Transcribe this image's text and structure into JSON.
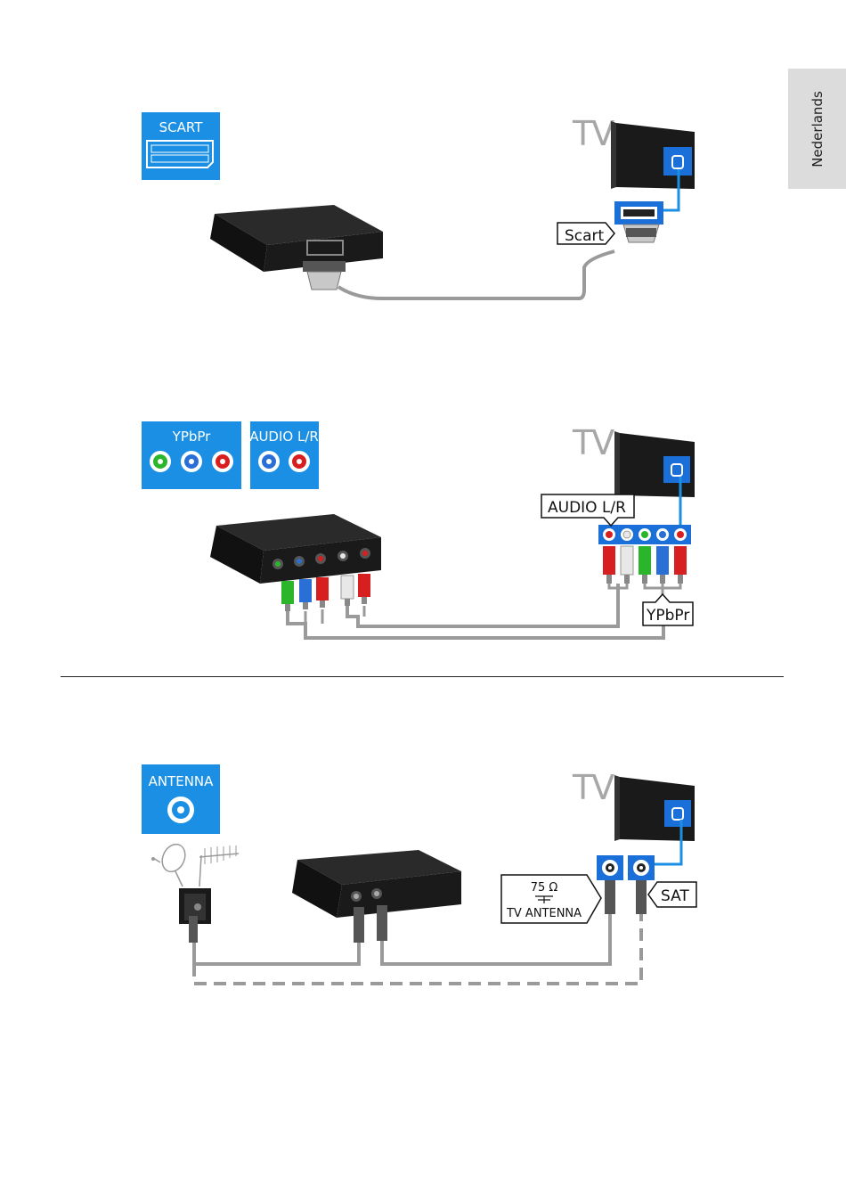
{
  "side_tab": {
    "label": "Nederlands"
  },
  "scart_section": {
    "badge": "SCART",
    "tv_label": "TV",
    "callout": "Scart"
  },
  "component_section": {
    "badge_video": "YPbPr",
    "badge_audio": "AUDIO L/R",
    "tv_label": "TV",
    "callout_audio": "AUDIO L/R",
    "callout_video": "YPbPr"
  },
  "antenna_section": {
    "badge": "ANTENNA",
    "tv_label": "TV",
    "callout_ohm": "75 Ω",
    "callout_antenna": "TV ANTENNA",
    "callout_sat": "SAT"
  },
  "colors": {
    "badge_blue": "#1a8fe3",
    "connector_blue": "#1a6fd8",
    "cable_grey": "#9a9a9a",
    "device_black": "#1a1a1a",
    "rca_green": "#2bb52b",
    "rca_blue": "#2a6fd6",
    "rca_red": "#d81f1f",
    "rca_white": "#e8e8e8"
  }
}
